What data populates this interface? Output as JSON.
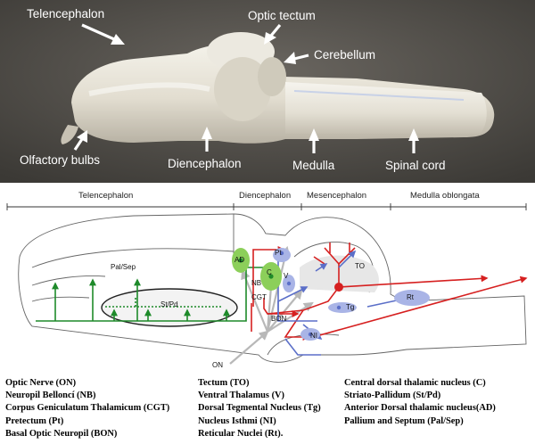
{
  "photo": {
    "labels": {
      "telencephalon": "Telencephalon",
      "optic_tectum": "Optic tectum",
      "cerebellum": "Cerebellum",
      "olfactory_bulbs": "Olfactory bulbs",
      "diencephalon": "Diencephalon",
      "medulla": "Medulla",
      "spinal_cord": "Spinal cord"
    }
  },
  "diagram": {
    "regions": {
      "telencephalon": "Telencephalon",
      "diencephalon": "Diencephalon",
      "mesencephalon": "Mesencephalon",
      "medulla_oblongata": "Medulla oblongata"
    },
    "labels": {
      "pal_sep": "Pal/Sep",
      "st_pd": "St/Pd",
      "ad": "AD",
      "nb": "NB",
      "c": "C",
      "v": "V",
      "cgt": "CGT",
      "pt": "Pt",
      "to": "TO",
      "tg": "Tg",
      "ni": "NI",
      "rt": "Rt",
      "bon": "BON",
      "on": "ON"
    },
    "colors": {
      "green": "#1e8a2a",
      "red": "#d62020",
      "blue": "#5b6fc8",
      "gray": "#b8b8b8",
      "nucleus_green": "#8ccf5a",
      "nucleus_blue": "#a9b4e6"
    }
  },
  "legend": {
    "col1": [
      "Optic Nerve (ON)",
      "Neuropil Belloncí (NB)",
      "Corpus Geniculatum Thalamicum (CGT)",
      "Pretectum (Pt)",
      "Basal Optic Neuropil (BON)"
    ],
    "col2": [
      "Tectum (TO)",
      "Ventral Thalamus (V)",
      "Dorsal Tegmental Nucleus (Tg)",
      "Nucleus Isthmi (NI)",
      "Reticular Nuclei (Rt)."
    ],
    "col3": [
      "Central dorsal thalamic nucleus (C)",
      "Striato-Pallidum (St/Pd)",
      "Anterior Dorsal thalamic nucleus(AD)",
      "Pallium and Septum (Pal/Sep)"
    ]
  }
}
